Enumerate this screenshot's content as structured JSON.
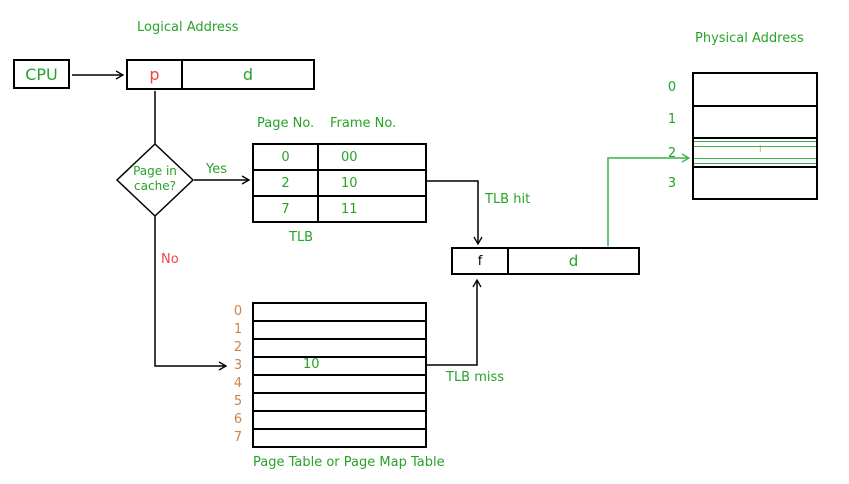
{
  "colors": {
    "text_green": "#27A327",
    "line_green": "#3CB44B",
    "red": "#F04545",
    "tan": "#C9854C",
    "orange": "#F0944A",
    "line_black": "#000000",
    "background": "#FFFFFF"
  },
  "labels": {
    "logical_address": "Logical Address",
    "physical_address": "Physical Address",
    "cpu": "CPU",
    "p": "p",
    "d": "d",
    "f": "f",
    "d2": "d",
    "page_in_cache": "Page in cache?",
    "yes": "Yes",
    "no": "No",
    "tlb": "TLB",
    "tlb_hit": "TLB hit",
    "tlb_miss": "TLB miss",
    "page_table_caption": "Page Table or Page Map Table"
  },
  "tlb_table": {
    "col_headers": [
      "Page No.",
      "Frame No."
    ],
    "rows": [
      [
        "0",
        "00"
      ],
      [
        "2",
        "10"
      ],
      [
        "7",
        "11"
      ]
    ]
  },
  "page_table": {
    "row_labels": [
      "0",
      "1",
      "2",
      "3",
      "4",
      "5",
      "6",
      "7"
    ],
    "row3_value": "10"
  },
  "physical_memory": {
    "row_labels": [
      "0",
      "1",
      "2",
      "3"
    ],
    "frame_note": "i"
  }
}
